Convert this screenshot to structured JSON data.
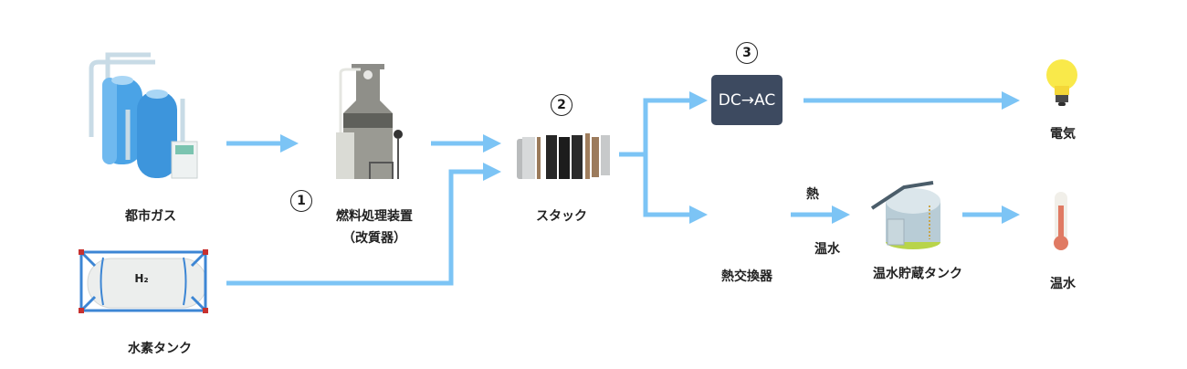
{
  "nodes": {
    "city_gas": {
      "label": "都市ガス",
      "icon": "gas-tanks-icon"
    },
    "hydrogen_tank": {
      "label": "水素タンク",
      "icon": "hydrogen-tank-icon",
      "icon_text": "H₂"
    },
    "fuel_processor": {
      "label_line1": "燃料処理装置",
      "label_line2": "（改質器）",
      "icon": "reformer-icon",
      "step": "1"
    },
    "stack": {
      "label": "スタック",
      "icon": "fuel-cell-stack-icon",
      "step": "2"
    },
    "inverter": {
      "box_text": "DC→AC",
      "icon": "inverter-box",
      "step": "3"
    },
    "heat_exchanger": {
      "label": "熱交換器",
      "icon": "swap-arrows-icon"
    },
    "hot_water_storage": {
      "label": "温水貯蔵タンク",
      "icon": "storage-tank-icon"
    },
    "electricity": {
      "label": "電気",
      "icon": "light-bulb-icon"
    },
    "hot_water_out": {
      "label": "温水",
      "icon": "thermometer-icon"
    }
  },
  "edge_labels": {
    "heat": "熱",
    "hot_water": "温水"
  },
  "colors": {
    "arrow": "#7cc4f5",
    "box": "#3d4a60"
  }
}
